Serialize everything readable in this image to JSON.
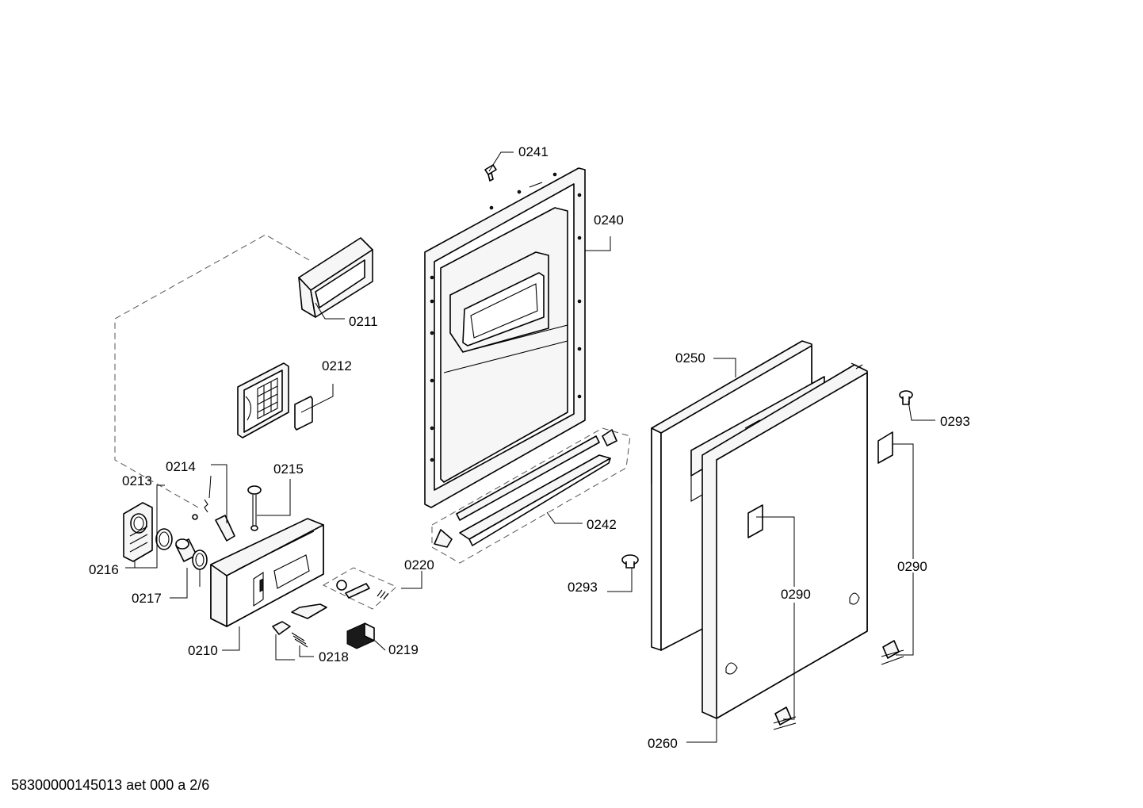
{
  "diagram": {
    "labels": {
      "p0210": "0210",
      "p0211": "0211",
      "p0212": "0212",
      "p0213": "0213",
      "p0214": "0214",
      "p0215": "0215",
      "p0216": "0216",
      "p0217": "0217",
      "p0218": "0218",
      "p0219": "0219",
      "p0220": "0220",
      "p0240": "0240",
      "p0241": "0241",
      "p0242": "0242",
      "p0250": "0250",
      "p0260": "0260",
      "p0290a": "0290",
      "p0290b": "0290",
      "p0293a": "0293",
      "p0293b": "0293"
    },
    "footer": "58300000145013 aet 000 a 2/6"
  }
}
